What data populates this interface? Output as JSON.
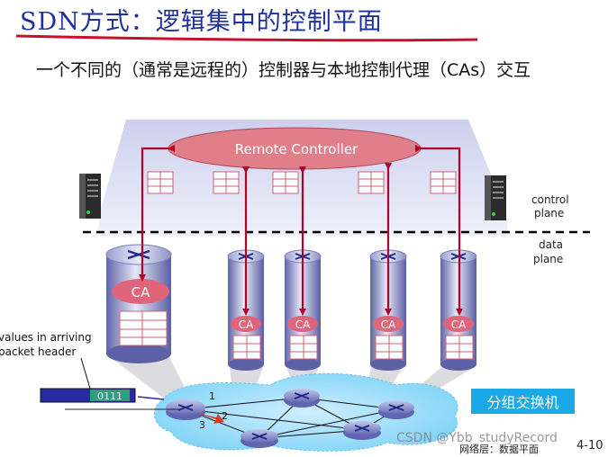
{
  "slide": {
    "title": "SDN方式：逻辑集中的控制平面",
    "subtitle": "一个不同的（通常是远程的）控制器与本地控制代理（CAs）交互"
  },
  "diagram": {
    "remote_controller_label": "Remote Controller",
    "control_plane_label": [
      "control",
      "plane"
    ],
    "data_plane_label": [
      "data",
      "plane"
    ],
    "ca_label": "CA",
    "packet_header_label": [
      "values in arriving",
      "packet header"
    ],
    "packet_value": "0111",
    "port_labels": [
      "1",
      "2",
      "3"
    ],
    "packet_switch_badge": "分组交换机"
  },
  "footer": {
    "chapter": "网络层：数据平面",
    "page": "4-10",
    "watermark": "CSDN @Ybb_studyRecord"
  },
  "colors": {
    "title": "#1e2fa0",
    "controller_fill": "#e07f89",
    "ca_fill": "#e0647a",
    "arrow": "#b5002b",
    "badge": "#1aa8e6"
  }
}
